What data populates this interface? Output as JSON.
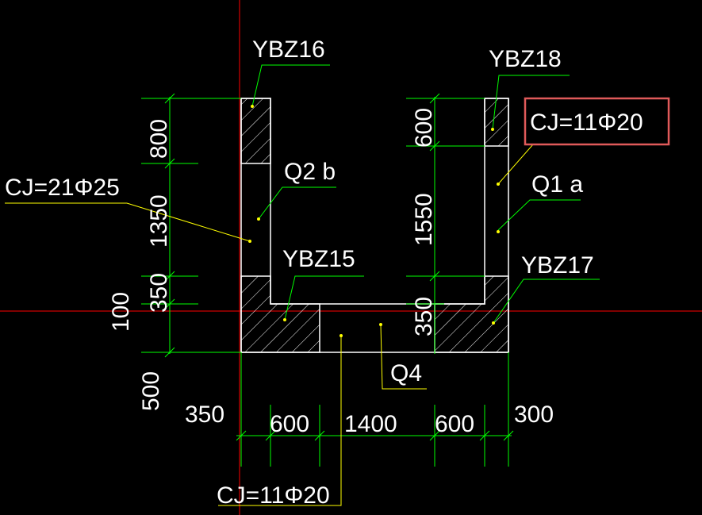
{
  "colors": {
    "background": "#000000",
    "outline": "#ffffff",
    "dimension": "#00ff00",
    "leader": "#ffff00",
    "crosshair": "#ff0000",
    "highlight": "#e05a5a",
    "cj_underline": "#ffff00"
  },
  "labels": {
    "ybz16": "YBZ16",
    "ybz18": "YBZ18",
    "ybz15": "YBZ15",
    "ybz17": "YBZ17",
    "q2b": "Q2 b",
    "q1a": "Q1 a",
    "q4": "Q4",
    "cj_left": "CJ=21Φ25",
    "cj_right": "CJ=11Φ20",
    "cj_bottom": "CJ=11Φ20"
  },
  "dimensions": {
    "left_800": "800",
    "left_1350": "1350",
    "left_350": "350",
    "left_100": "100",
    "left_500": "500",
    "right_600": "600",
    "right_1550": "1550",
    "right_350": "350",
    "bottom_350": "350",
    "bottom_600a": "600",
    "bottom_1400": "1400",
    "bottom_600b": "600",
    "bottom_300": "300"
  }
}
